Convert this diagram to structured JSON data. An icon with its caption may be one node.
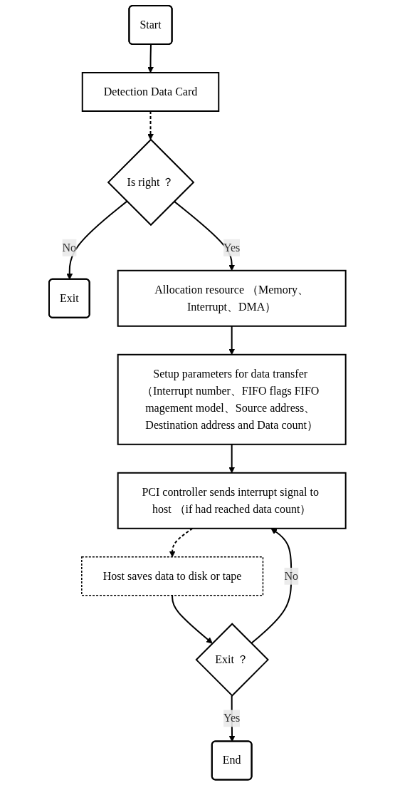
{
  "diagram": {
    "nodes": [
      {
        "text": [
          "Start"
        ]
      },
      {
        "text": [
          "Detection Data Card"
        ]
      },
      {
        "text": [
          "Is right ？"
        ]
      },
      {
        "text": [
          "Exit"
        ]
      },
      {
        "text": [
          "Allocation resource （Memory、Interrupt、DMA）"
        ]
      },
      {
        "text": [
          "Setup parameters for data transfer （Interrupt number、FIFO flags FIFO magement model、Source address、 Destination address and Data count）"
        ]
      },
      {
        "text": [
          "PCI controller sends interrupt signal to host （if had reached data count）"
        ]
      },
      {
        "text": [
          "Host saves data to disk or tape"
        ]
      },
      {
        "text": [
          "Exit ？"
        ]
      },
      {
        "text": [
          "End"
        ]
      }
    ],
    "edges": [
      {
        "from": 0,
        "to": 1,
        "arrow": "to"
      },
      {
        "from": 1,
        "to": 2,
        "arrow": "to",
        "style": "dashed"
      },
      {
        "from": 2,
        "to": 3,
        "label": "No",
        "arrow": "to"
      },
      {
        "from": 2,
        "to": 4,
        "label": "Yes",
        "arrow": "to"
      },
      {
        "from": 4,
        "to": 5,
        "arrow": "to"
      },
      {
        "from": 5,
        "to": 6,
        "arrow": "to"
      },
      {
        "from": 6,
        "to": 7,
        "arrow": "to",
        "style": "dashed"
      },
      {
        "from": 7,
        "to": 8,
        "arrow": "to"
      },
      {
        "from": 8,
        "to": 6,
        "label": "No",
        "arrow": "to"
      },
      {
        "from": 8,
        "to": 9,
        "label": "Yes",
        "arrow": "to"
      }
    ]
  }
}
